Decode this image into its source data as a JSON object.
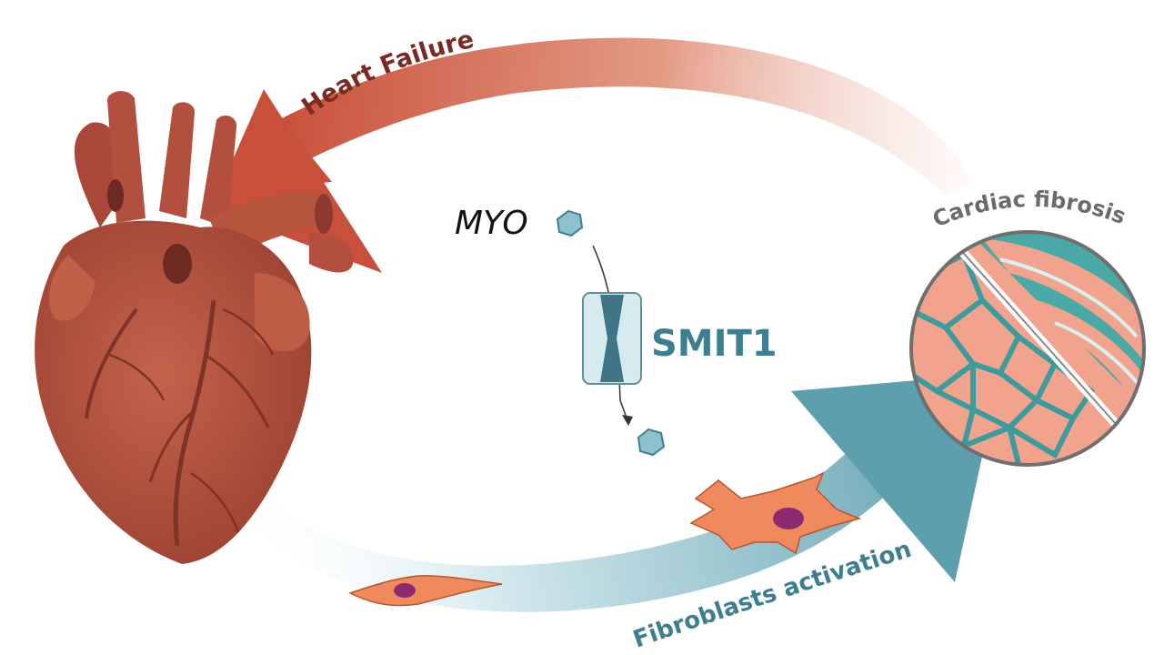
{
  "labels": {
    "heart_failure": "Heart Failure",
    "cardiac_fibrosis": "Cardiac fibrosis",
    "myo": "MYO",
    "smit1": "SMIT1",
    "fibroblasts_activation": "Fibroblasts activation"
  },
  "colors": {
    "heart_arrow": "#c84f3a",
    "heart_label": "#7a2a25",
    "fibrosis_arrow": "#5e9fae",
    "teal_text": "#3e7f8f",
    "fibrosis_label": "#6b6b6b",
    "heart_body": "#b2523e",
    "fibroblast": "#ee8a5e",
    "nucleus": "#8b2a6e"
  }
}
